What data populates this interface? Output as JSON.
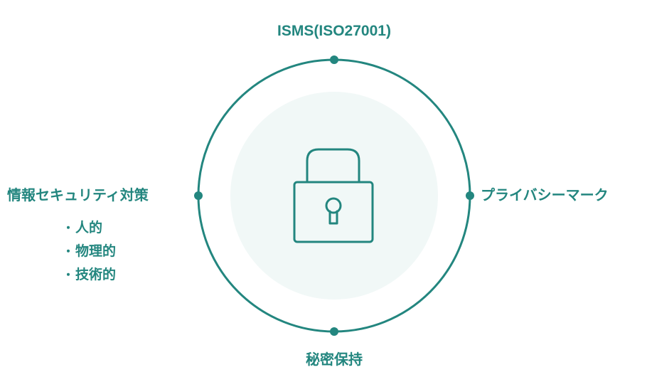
{
  "diagram": {
    "top_label": "ISMS(ISO27001)",
    "right_label": "プライバシーマーク",
    "bottom_label": "秘密保持",
    "left_label": "情報セキュリティ対策",
    "left_sub_items": [
      {
        "bullet": "・",
        "text": "人的"
      },
      {
        "bullet": "・",
        "text": "物理的"
      },
      {
        "bullet": "・",
        "text": "技術的"
      }
    ],
    "center_icon": "padlock-icon",
    "colors": {
      "accent": "#23867f",
      "inner_fill": "#f1f8f7"
    }
  }
}
